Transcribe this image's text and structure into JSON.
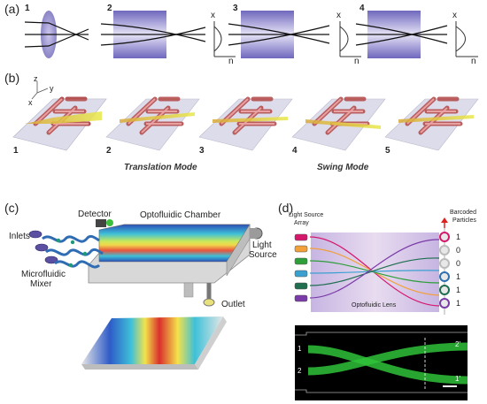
{
  "panel_a": {
    "label": "(a)",
    "steps": [
      "1",
      "2",
      "3",
      "4"
    ],
    "axis_x": "x",
    "axis_n": "n"
  },
  "panel_b": {
    "label": "(b)",
    "axes": {
      "z": "z",
      "y": "y",
      "x": "x"
    },
    "steps": [
      "1",
      "2",
      "3",
      "4",
      "5"
    ],
    "translation_mode": "Translation Mode",
    "swing_mode": "Swing Mode"
  },
  "panel_c": {
    "label": "(c)",
    "detector": "Detector",
    "chamber": "Optofluidic Chamber",
    "inlets": "Inlets",
    "mixer_line1": "Microfluidic",
    "mixer_line2": "Mixer",
    "light_line1": "Light",
    "light_line2": "Source",
    "outlet": "Outlet"
  },
  "panel_d": {
    "label": "(d)",
    "source_line1": "Light Source",
    "source_line2": "Array",
    "barcode_line1": "Barcoded",
    "barcode_line2": "Particles",
    "bits": [
      "1",
      "0",
      "0",
      "1",
      "1",
      "1"
    ],
    "lens": "Optofluidic Lens",
    "micro_left": [
      "1",
      "2"
    ],
    "micro_right": [
      "2'",
      "1'"
    ]
  },
  "colors": {
    "lens_purple": "#8f86c8",
    "channel_red": "#c65a5a",
    "beam_green": "#2fc23a"
  }
}
